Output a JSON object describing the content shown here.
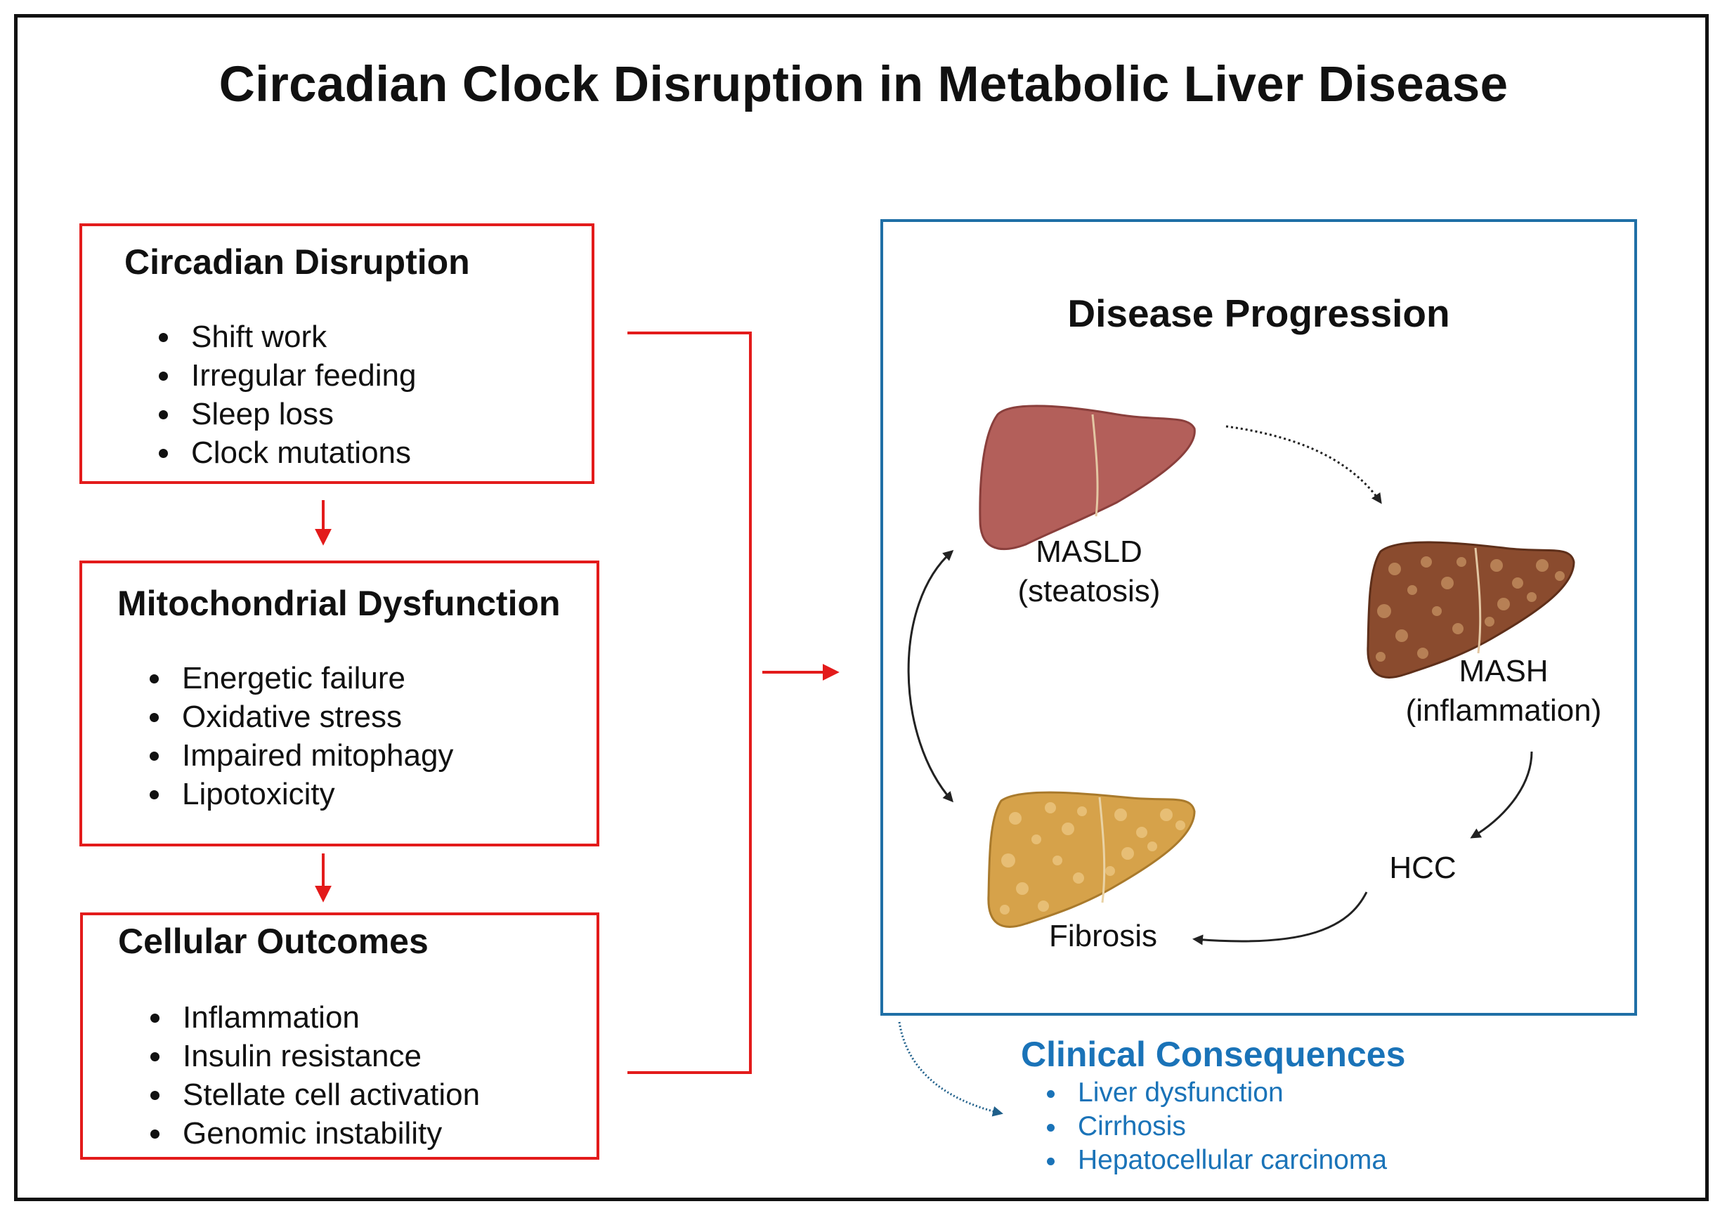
{
  "title": "Circadian Clock Disruption in Metabolic Liver Disease",
  "colors": {
    "red": "#e31b1b",
    "panel_blue": "#1f6fa6",
    "clinical_blue": "#1a73b8"
  },
  "left_column": [
    {
      "title": "Circadian Disruption",
      "items": [
        "Shift work",
        "Irregular feeding",
        "Sleep loss",
        "Clock mutations"
      ]
    },
    {
      "title": "Mitochondrial Dysfunction",
      "items": [
        "Energetic failure",
        "Oxidative stress",
        "Impaired mitophagy",
        "Lipotoxicity"
      ]
    },
    {
      "title": "Cellular Outcomes",
      "items": [
        "Inflammation",
        "Insulin resistance",
        "Stellate cell activation",
        "Genomic instability"
      ]
    }
  ],
  "progression": {
    "title": "Disease Progression",
    "masld": {
      "line1": "MASLD",
      "line2": "(steatosis)",
      "liver_color": "#b35f5a",
      "icon": "healthy-liver-icon"
    },
    "mash": {
      "line1": "MASH",
      "line2": "(inflammation)",
      "liver_color": "#8a4b2e",
      "icon": "inflamed-liver-icon"
    },
    "hcc": {
      "label": "HCC"
    },
    "fibrosis": {
      "label": "Fibrosis",
      "liver_color": "#d6a24a",
      "icon": "fibrotic-liver-icon"
    }
  },
  "clinical": {
    "title": "Clinical Consequences",
    "items": [
      "Liver dysfunction",
      "Cirrhosis",
      "Hepatocellular carcinoma"
    ]
  }
}
